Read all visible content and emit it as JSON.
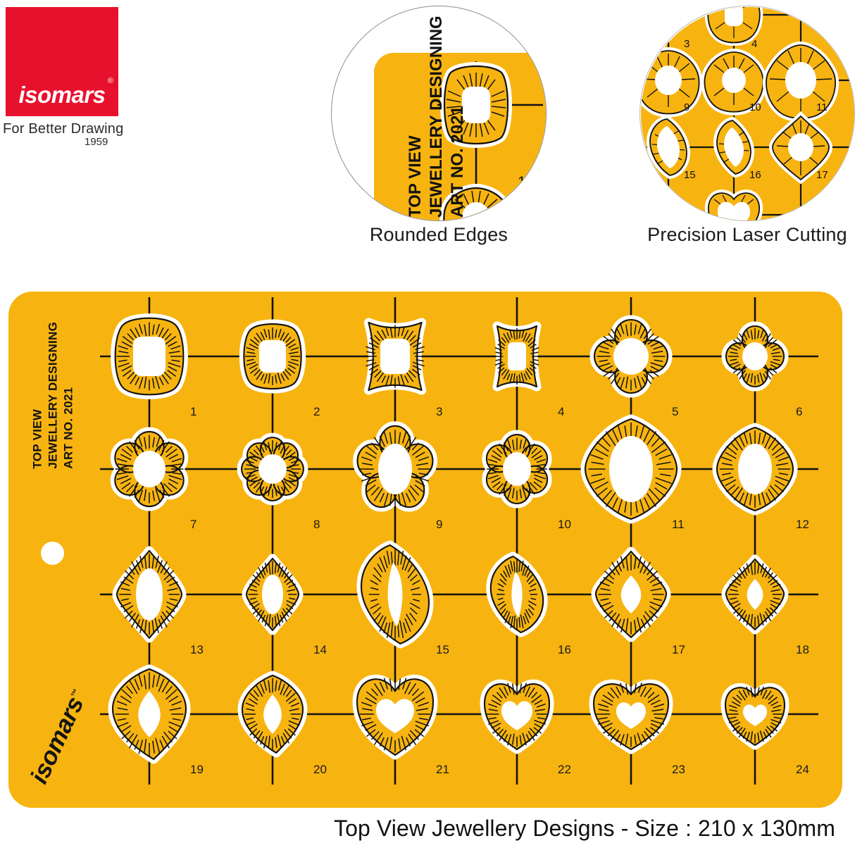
{
  "brand": {
    "name": "isomars",
    "registered_mark": "®",
    "tagline": "For Better Drawing",
    "year": "1959",
    "mark_color": "#e8112d"
  },
  "callouts": [
    {
      "id": "rounded-edges",
      "label": "Rounded Edges",
      "detail_numbers": [
        "1"
      ]
    },
    {
      "id": "precision-laser-cutting",
      "label": "Precision Laser Cutting",
      "detail_numbers": [
        "3",
        "4",
        "9",
        "10",
        "11",
        "15",
        "16",
        "17"
      ]
    }
  ],
  "plate": {
    "color": "#f7b410",
    "title_lines": [
      "TOP VIEW",
      "JEWELLERY DESIGNING",
      "ART NO. 2021"
    ],
    "wordmark": "isomars",
    "wordmark_mark": "™",
    "columns": 6,
    "rows": 4,
    "shapes": [
      {
        "number": "1",
        "style": "quatrefoil",
        "center": "rounded-square",
        "cw": 46,
        "ch": 56,
        "sw": 100,
        "sh": 104
      },
      {
        "number": "2",
        "style": "quatrefoil",
        "center": "rounded-square",
        "cw": 38,
        "ch": 46,
        "sw": 84,
        "sh": 88
      },
      {
        "number": "3",
        "style": "concave-square",
        "center": "rounded-square",
        "cw": 42,
        "ch": 50,
        "sw": 94,
        "sh": 96
      },
      {
        "number": "4",
        "style": "concave-square",
        "center": "rounded-square",
        "cw": 26,
        "ch": 40,
        "sw": 70,
        "sh": 86
      },
      {
        "number": "5",
        "style": "clover",
        "center": "oval",
        "cw": 50,
        "ch": 52,
        "sw": 104,
        "sh": 104
      },
      {
        "number": "6",
        "style": "clover",
        "center": "oval",
        "cw": 36,
        "ch": 40,
        "sw": 82,
        "sh": 86
      },
      {
        "number": "7",
        "style": "flower6",
        "center": "oval",
        "cw": 46,
        "ch": 52,
        "sw": 104,
        "sh": 104
      },
      {
        "number": "8",
        "style": "flower8",
        "center": "circle",
        "cw": 40,
        "ch": 42,
        "sw": 86,
        "sh": 88
      },
      {
        "number": "9",
        "style": "flower5",
        "center": "oval",
        "cw": 48,
        "ch": 72,
        "sw": 108,
        "sh": 120
      },
      {
        "number": "10",
        "style": "flower6",
        "center": "oval",
        "cw": 40,
        "ch": 48,
        "sw": 92,
        "sh": 96
      },
      {
        "number": "11",
        "style": "cushion",
        "center": "oval",
        "cw": 62,
        "ch": 94,
        "sw": 130,
        "sh": 142
      },
      {
        "number": "12",
        "style": "cushion",
        "center": "oval",
        "cw": 48,
        "ch": 72,
        "sw": 108,
        "sh": 118
      },
      {
        "number": "13",
        "style": "marquise-star",
        "center": "oval",
        "cw": 38,
        "ch": 74,
        "sw": 92,
        "sh": 124
      },
      {
        "number": "14",
        "style": "marquise-star",
        "center": "oval",
        "cw": 30,
        "ch": 56,
        "sw": 74,
        "sh": 102
      },
      {
        "number": "15",
        "style": "leaf",
        "center": "leaf",
        "cw": 30,
        "ch": 92,
        "sw": 80,
        "sh": 140
      },
      {
        "number": "16",
        "style": "leaf",
        "center": "leaf",
        "cw": 22,
        "ch": 66,
        "sw": 62,
        "sh": 108
      },
      {
        "number": "17",
        "style": "kite",
        "center": "pear",
        "cw": 40,
        "ch": 54,
        "sw": 100,
        "sh": 122
      },
      {
        "number": "18",
        "style": "kite",
        "center": "pear",
        "cw": 32,
        "ch": 44,
        "sw": 82,
        "sh": 100
      },
      {
        "number": "19",
        "style": "pear-petal",
        "center": "pear",
        "cw": 44,
        "ch": 66,
        "sw": 104,
        "sh": 128
      },
      {
        "number": "20",
        "style": "pear-petal",
        "center": "pear",
        "cw": 36,
        "ch": 56,
        "sw": 86,
        "sh": 110
      },
      {
        "number": "21",
        "style": "heart",
        "center": "heart",
        "cw": 54,
        "ch": 54,
        "sw": 108,
        "sh": 116
      },
      {
        "number": "22",
        "style": "heart",
        "center": "heart",
        "cw": 44,
        "ch": 46,
        "sw": 92,
        "sh": 100
      },
      {
        "number": "23",
        "style": "heart",
        "center": "heart",
        "cw": 42,
        "ch": 42,
        "sw": 106,
        "sh": 100
      },
      {
        "number": "24",
        "style": "heart",
        "center": "heart",
        "cw": 34,
        "ch": 34,
        "sw": 84,
        "sh": 88
      }
    ]
  },
  "caption": "Top View Jewellery Designs - Size : 210 x 130mm"
}
